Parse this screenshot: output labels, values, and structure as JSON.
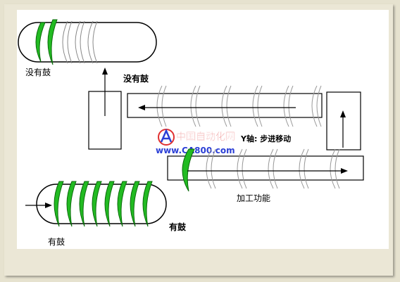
{
  "labels": {
    "top_left": "没有鼓",
    "middle_top": "没有鼓",
    "y_axis_move": "Y轴: 步进移动",
    "processing": "加工功能",
    "bottom_right": "有鼓",
    "bottom_left": "有鼓"
  },
  "watermark": {
    "name": "中国自动化网",
    "url": "www.CA800.com"
  },
  "colors": {
    "green": "#22bb22",
    "watermark_red": "#e03030",
    "watermark_blue": "#2b3fd6",
    "frame": "#e6e2cf"
  }
}
